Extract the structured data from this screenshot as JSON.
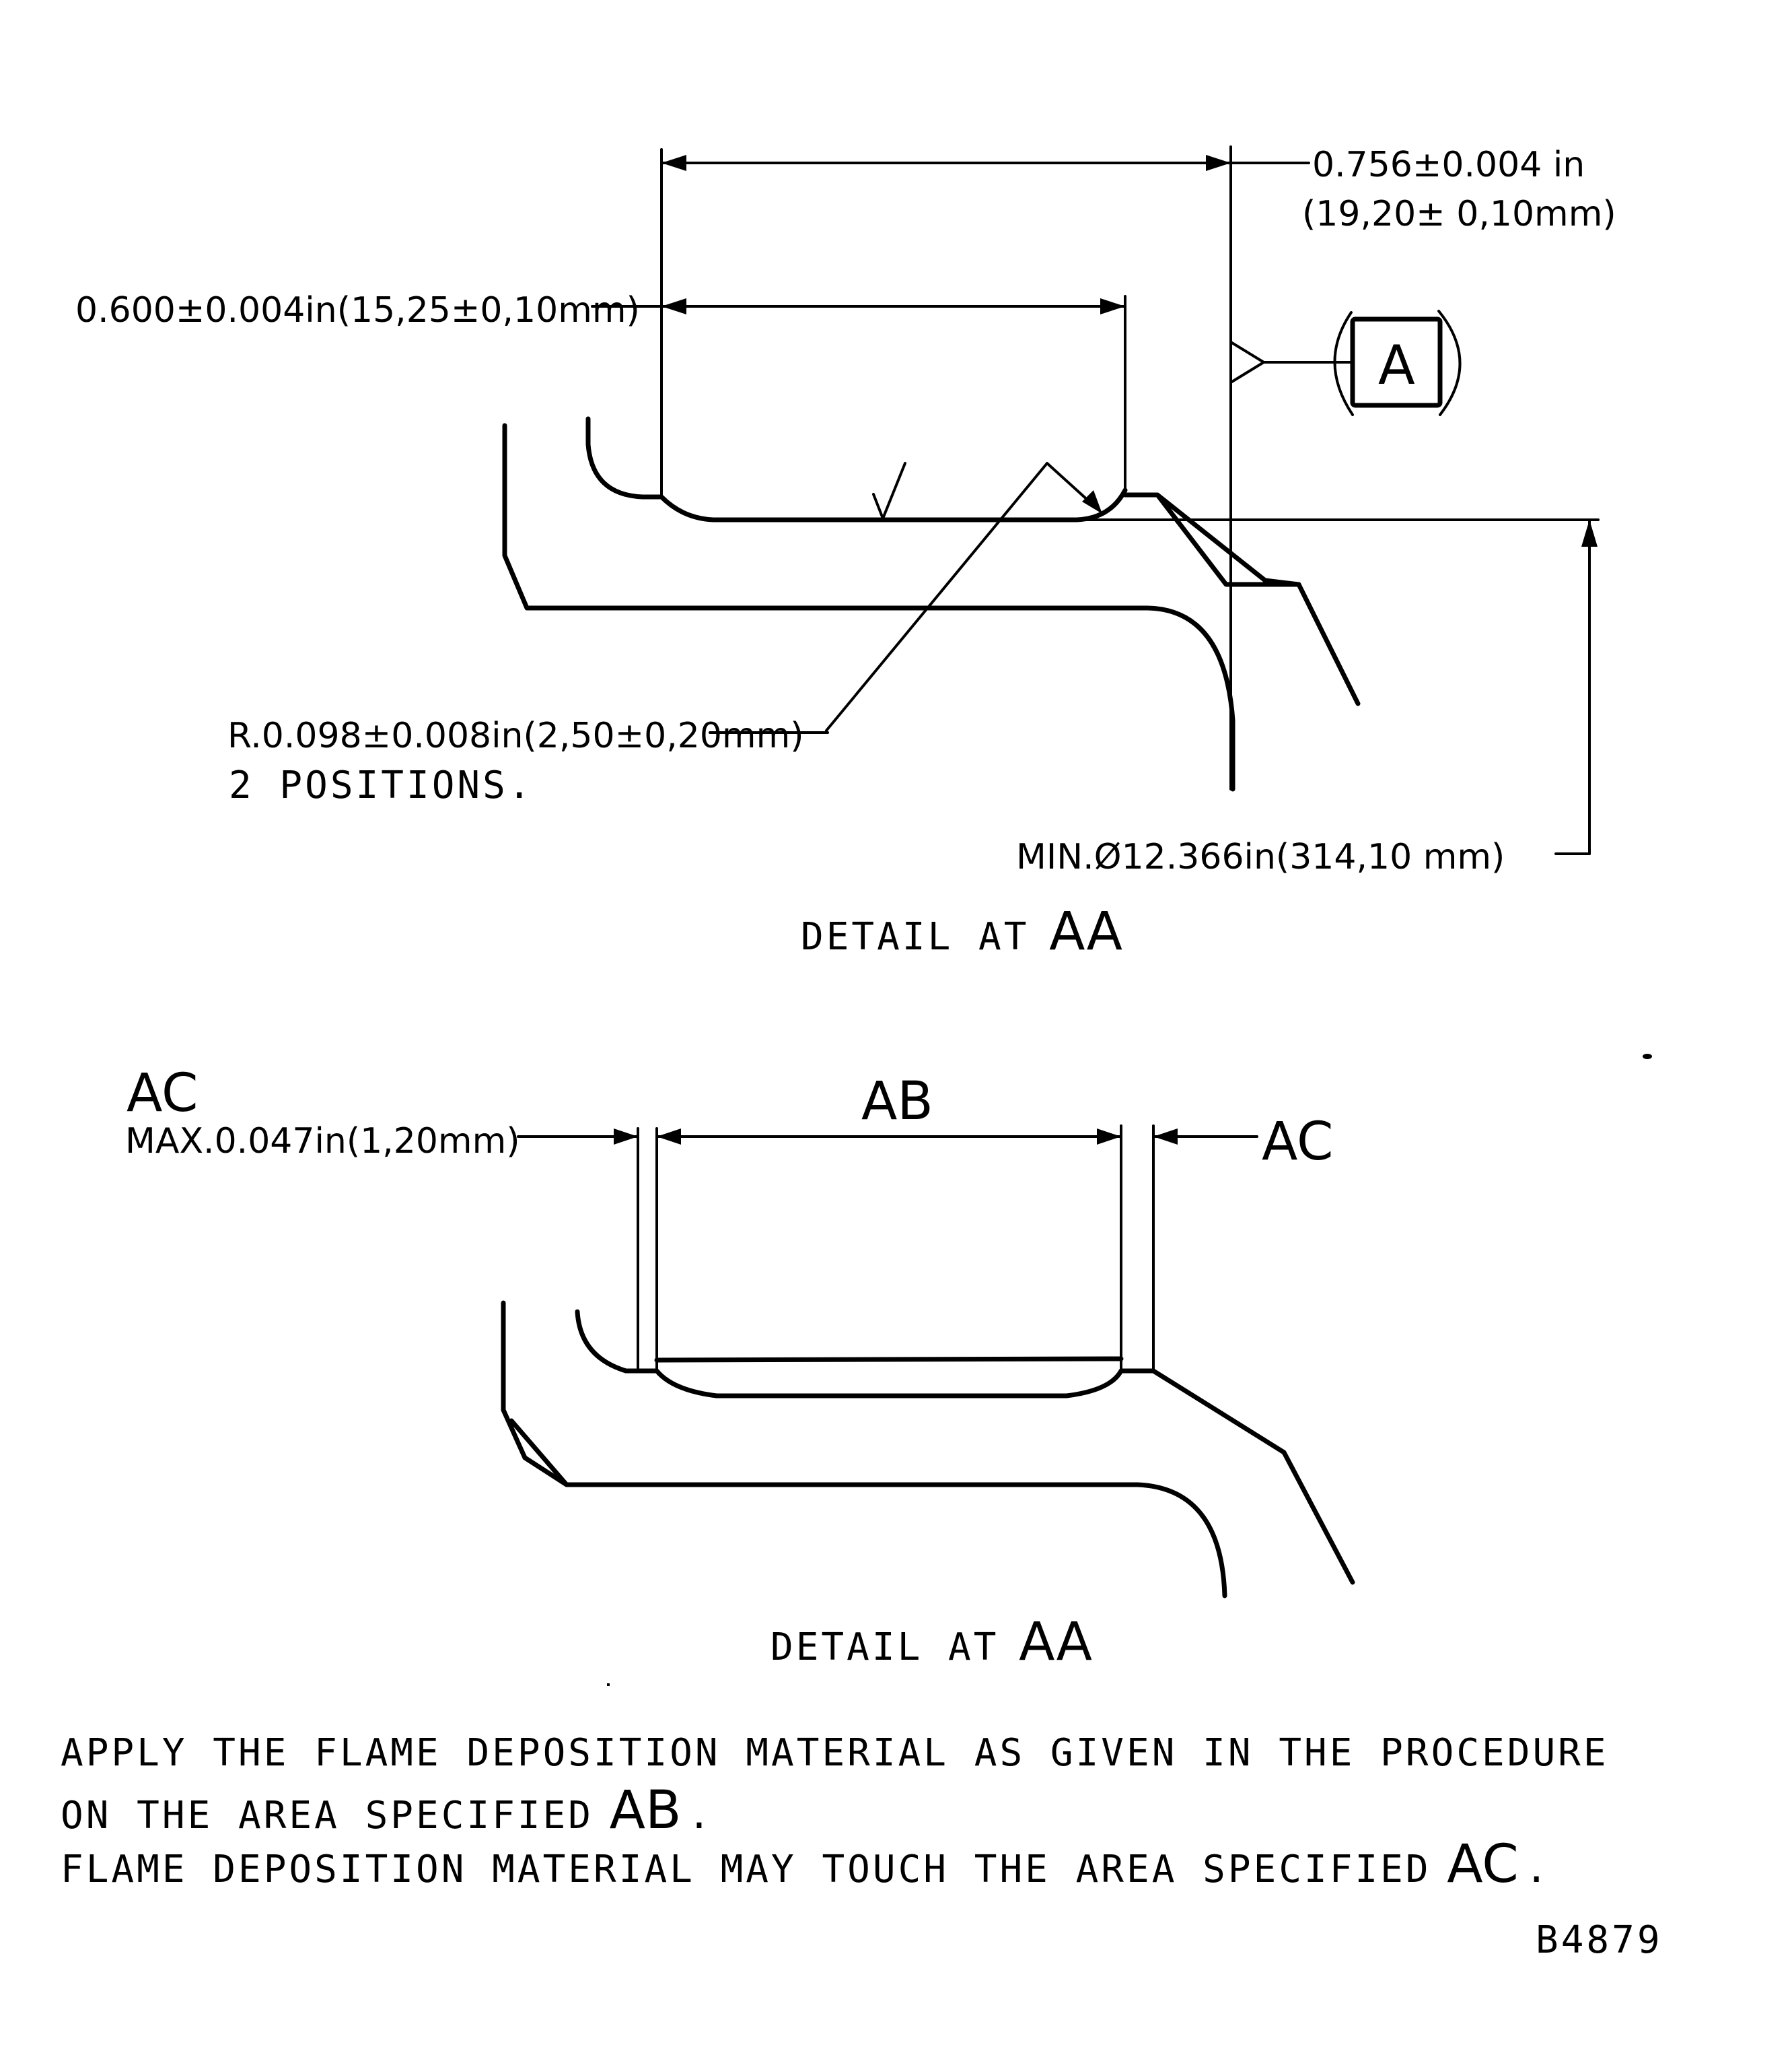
{
  "figure_id": "B4879",
  "detail_top": {
    "caption_prefix": "DETAIL AT",
    "caption_ref": "AA",
    "dim_overall_in": "0.756±0.004 in",
    "dim_overall_mm": "(19,20± 0,10mm)",
    "dim_inner": "0.600±0.004in(15,25±0,10mm)",
    "datum_label": "A",
    "radius_line1": "R.0.098±0.008in(2,50±0,20mm)",
    "radius_line2": "2 POSITIONS.",
    "min_diameter_prefix": "MIN.",
    "min_diameter_symbol": "Ø",
    "min_diameter_value": "12.366in(314,10 mm)"
  },
  "detail_bottom": {
    "caption_prefix": "DETAIL AT",
    "caption_ref": "AA",
    "area_ab_label": "AB",
    "area_ac_label_left": "AC",
    "area_ac_label_right": "AC",
    "ac_max_dim": "MAX.0.047in(1,20mm)"
  },
  "notes": {
    "line1": "APPLY THE FLAME DEPOSITION MATERIAL AS GIVEN IN THE PROCEDURE",
    "line2_text": "ON THE AREA SPECIFIED",
    "line2_ref": "AB",
    "line2_end": ".",
    "line3_text": "FLAME DEPOSITION MATERIAL MAY TOUCH THE AREA SPECIFIED",
    "line3_ref": "AC",
    "line3_end": "."
  }
}
